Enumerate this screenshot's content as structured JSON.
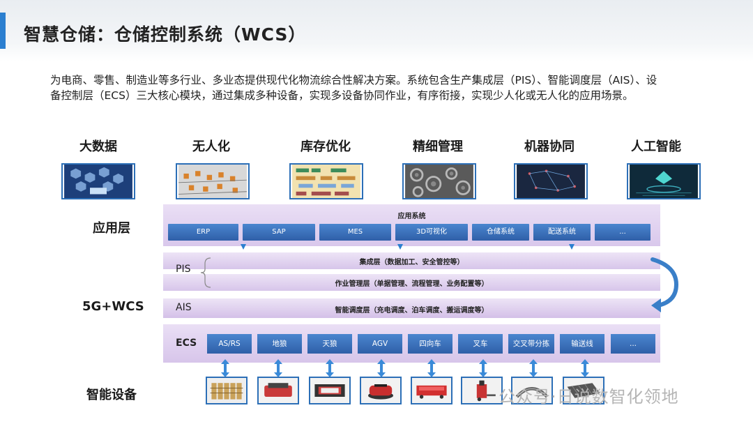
{
  "header": {
    "title": "智慧仓储：仓储控制系统（WCS）"
  },
  "intro": {
    "text": "为电商、零售、制造业等多行业、多业态提供现代化物流综合性解决方案。系统包含生产集成层（PIS）、智能调度层（AIS）、设备控制层（ECS）三大核心模块，通过集成多种设备，实现多设备协同作业，有序衔接，实现少人化或无人化的应用场景。"
  },
  "features": [
    "大数据",
    "无人化",
    "库存优化",
    "精细管理",
    "机器协同",
    "人工智能"
  ],
  "side_labels": {
    "app": "应用层",
    "wcs": "5G+WCS",
    "devices": "智能设备"
  },
  "row_tags": {
    "pis": "PIS",
    "ais": "AIS",
    "ecs": "ECS"
  },
  "app_layer": {
    "title": "应用系统",
    "items": [
      "ERP",
      "SAP",
      "MES",
      "3D可视化",
      "仓储系统",
      "配送系统",
      "..."
    ]
  },
  "pis_layer": {
    "line1": "集成层（数据加工、安全管控等）",
    "line2": "作业管理层（单据管理、流程管理、业务配置等）"
  },
  "ais_layer": {
    "line": "智能调度层（充电调度、泊车调度、搬运调度等）"
  },
  "ecs_layer": {
    "items": [
      "AS/RS",
      "地狼",
      "天狼",
      "AGV",
      "四向车",
      "叉车",
      "交叉带分拣",
      "输送线",
      "..."
    ]
  },
  "watermark": "公众号·日说数智化领地",
  "colors": {
    "accent": "#2b7fd0",
    "button": "#3a6fb8",
    "layer": "#e2d4f0"
  }
}
